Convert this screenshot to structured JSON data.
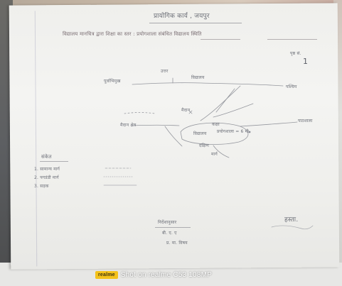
{
  "document": {
    "title": "प्रायोगिक कार्य , जयपुर",
    "subtitle": "विद्यालय मानचित्र द्वारा शिक्षा का स्तर : प्रयोगशाला संबंधित विद्यालय स्थिति",
    "page_label": "पृष्ठ सं.",
    "page_number": "1"
  },
  "map": {
    "labels": {
      "north_label": "उत्तर",
      "west": "पूर्वाभिमुख",
      "north": "विद्यालय",
      "east": "पश्चिम",
      "center_top": "मैदान",
      "right_middle": "पाठशाला",
      "left_middle": "मैदान क्षेत्र",
      "inner_label": "कक्षा",
      "station": "विद्यालय",
      "station_value": "प्रयोगशाला = 6 मी",
      "south": "दक्षिण",
      "south_2": "मार्ग"
    },
    "legend": {
      "title": "संकेत",
      "rows": [
        "1. सामान्य मार्ग",
        "2. पगडंडी मार्ग",
        "3. सड़क"
      ]
    }
  },
  "footer": {
    "title": "निर्देशानुसार",
    "line_1": "बी. ए. ए",
    "line_2": "प्र. मा. विषय",
    "signature": "हस्ता."
  },
  "watermark": {
    "brand": "realme",
    "text": "Shot on realme C53 108MP",
    "badge_color": "#f4c21b"
  }
}
